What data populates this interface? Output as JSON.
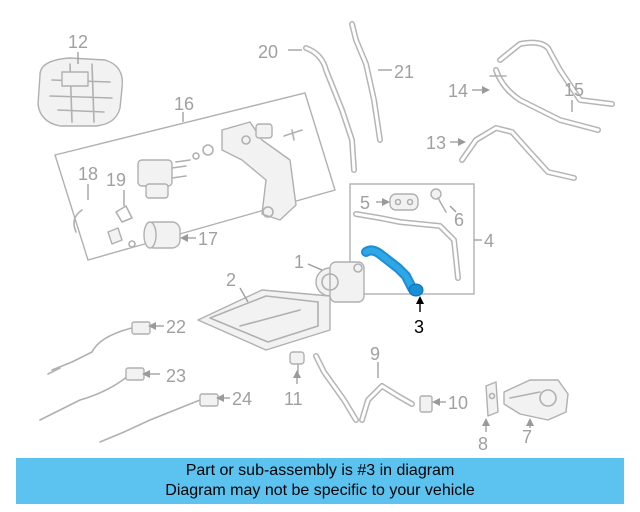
{
  "diagram": {
    "callouts": [
      "1",
      "2",
      "3",
      "4",
      "5",
      "6",
      "7",
      "8",
      "9",
      "10",
      "11",
      "12",
      "13",
      "14",
      "15",
      "16",
      "17",
      "18",
      "19",
      "20",
      "21",
      "22",
      "23",
      "24"
    ],
    "highlighted_part": "3",
    "highlight_color": "#1a8fd6"
  },
  "banner": {
    "line1": "Part or sub-assembly is #3 in diagram",
    "line2": "Diagram may not be specific to your vehicle",
    "background": "#5cc3f1"
  }
}
